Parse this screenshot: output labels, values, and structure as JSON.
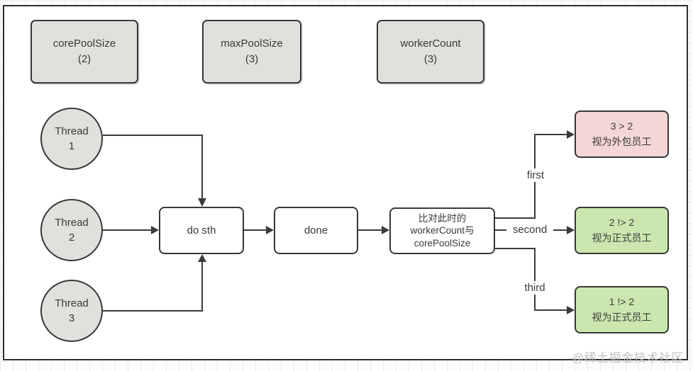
{
  "params": [
    {
      "name": "corePoolSize",
      "value": "(2)"
    },
    {
      "name": "maxPoolSize",
      "value": "(3)"
    },
    {
      "name": "workerCount",
      "value": "(3)"
    }
  ],
  "threads": [
    {
      "name": "Thread",
      "number": "1"
    },
    {
      "name": "Thread",
      "number": "2"
    },
    {
      "name": "Thread",
      "number": "3"
    }
  ],
  "flow": {
    "do_sth": "do sth",
    "done": "done",
    "compare_line1": "比对此时的",
    "compare_line2": "workerCount与",
    "compare_line3": "corePoolSize"
  },
  "branches": [
    {
      "label": "first",
      "result_top": "3 > 2",
      "result_bottom": "视为外包员工",
      "fill": "#f4d6d4"
    },
    {
      "label": "second",
      "result_top": "2 !> 2",
      "result_bottom": "视为正式员工",
      "fill": "#cbe7af"
    },
    {
      "label": "third",
      "result_top": "1 !> 2",
      "result_bottom": "视为正式员工",
      "fill": "#cbe7af"
    }
  ],
  "colors": {
    "node_fill": "#e2e0dd",
    "border": "#383838",
    "line": "#3b3b3b",
    "outsourced_fill": "#f4d6d4",
    "formal_fill": "#cbe7af",
    "watermark": "#c3c3c3"
  },
  "watermark": "@稀土掘金技术社区"
}
